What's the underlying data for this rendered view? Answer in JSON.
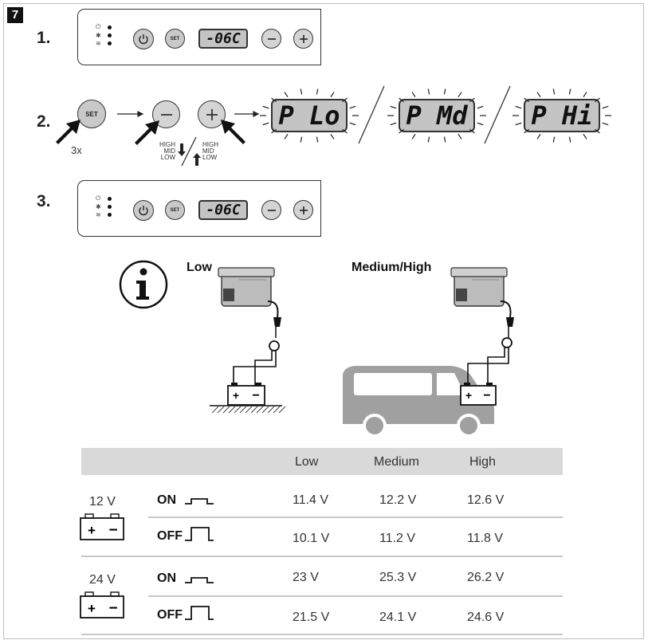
{
  "badge": "7",
  "steps": [
    "1.",
    "2.",
    "3."
  ],
  "panel": {
    "display": "-06C",
    "set_label": "SET"
  },
  "step2": {
    "set_label": "SET",
    "press_count": "3x",
    "down_levels": [
      "HIGH",
      "MID",
      "LOW"
    ],
    "up_levels": [
      "HIGH",
      "MID",
      "LOW"
    ],
    "displays": [
      "P Lo",
      "P Md",
      "P Hi"
    ]
  },
  "info": {
    "low_label": "Low",
    "medhigh_label": "Medium/High"
  },
  "table": {
    "columns": [
      "Low",
      "Medium",
      "High"
    ],
    "groups": [
      {
        "voltage": "12 V",
        "rows": [
          {
            "state": "ON",
            "values": [
              "11.4 V",
              "12.2 V",
              "12.6 V"
            ]
          },
          {
            "state": "OFF",
            "values": [
              "10.1 V",
              "11.2 V",
              "11.8 V"
            ]
          }
        ]
      },
      {
        "voltage": "24 V",
        "rows": [
          {
            "state": "ON",
            "values": [
              "23 V",
              "25.3 V",
              "26.2 V"
            ]
          },
          {
            "state": "OFF",
            "values": [
              "21.5 V",
              "24.1 V",
              "24.6 V"
            ]
          }
        ]
      }
    ]
  },
  "colors": {
    "button_fill": "#c9c9c9",
    "lcd_fill": "#c4c4c4",
    "table_header": "#d9d9d9",
    "device_gray": "#b8b8b8",
    "van_gray": "#9a9a9a"
  }
}
